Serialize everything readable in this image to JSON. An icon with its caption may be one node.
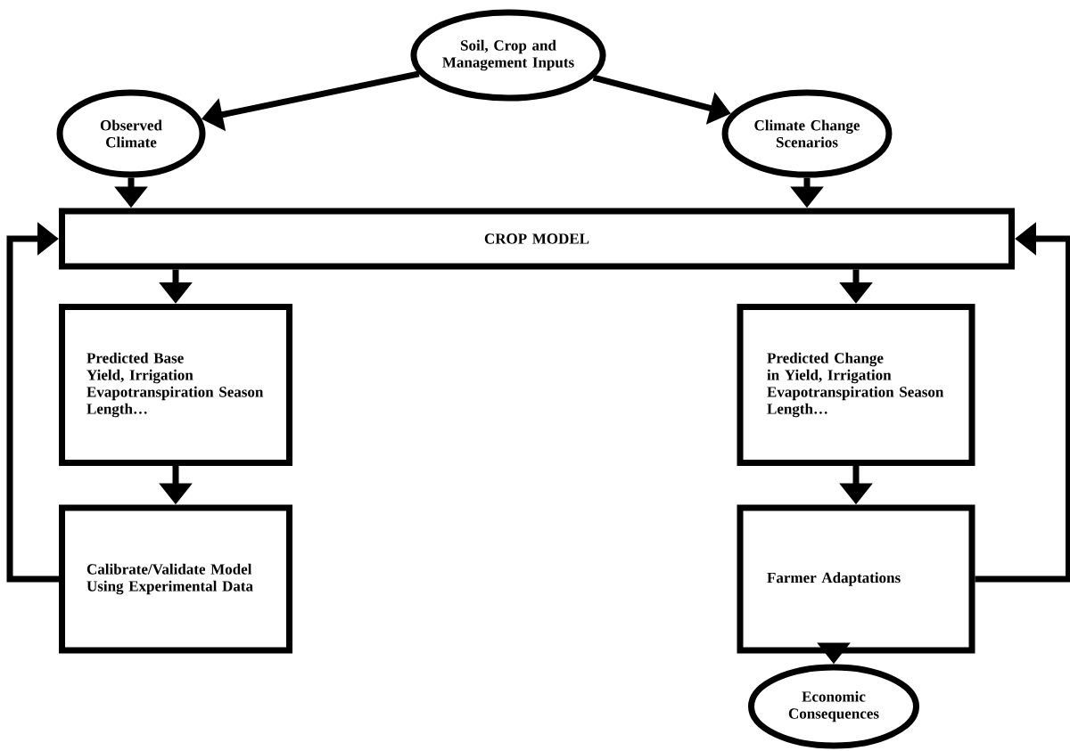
{
  "diagram": {
    "nodes": [
      {
        "text": [
          "Soil, Crop and Management Inputs"
        ]
      },
      {
        "text": [
          "Observed Climate"
        ]
      },
      {
        "text": [
          "Climate Change Scenarios"
        ]
      },
      {
        "text": [
          "CROP MODEL"
        ]
      },
      {
        "text": [
          "Predicted Base Yield, Irrigation Evapotranspiration Season Length…"
        ]
      },
      {
        "text": [
          "Predicted Change in Yield, Irrigation Evapotranspiration Season Length…"
        ]
      },
      {
        "text": [
          "Calibrate/Validate Model Using Experimental Data"
        ]
      },
      {
        "text": [
          "Farmer Adaptations"
        ]
      },
      {
        "text": [
          "Economic Consequences"
        ]
      }
    ],
    "edges": [
      {
        "from": 0,
        "to": 1,
        "arrow": "to"
      },
      {
        "from": 0,
        "to": 2,
        "arrow": "to"
      },
      {
        "from": 1,
        "to": 3,
        "arrow": "to"
      },
      {
        "from": 2,
        "to": 3,
        "arrow": "to"
      },
      {
        "from": 3,
        "to": 4,
        "arrow": "to"
      },
      {
        "from": 3,
        "to": 5,
        "arrow": "to"
      },
      {
        "from": 4,
        "to": 6,
        "arrow": "to"
      },
      {
        "from": 5,
        "to": 7,
        "arrow": "to"
      },
      {
        "from": 7,
        "to": 8,
        "arrow": "to"
      },
      {
        "from": 6,
        "to": 3,
        "arrow": "to"
      },
      {
        "from": 7,
        "to": 3,
        "arrow": "to"
      }
    ]
  }
}
